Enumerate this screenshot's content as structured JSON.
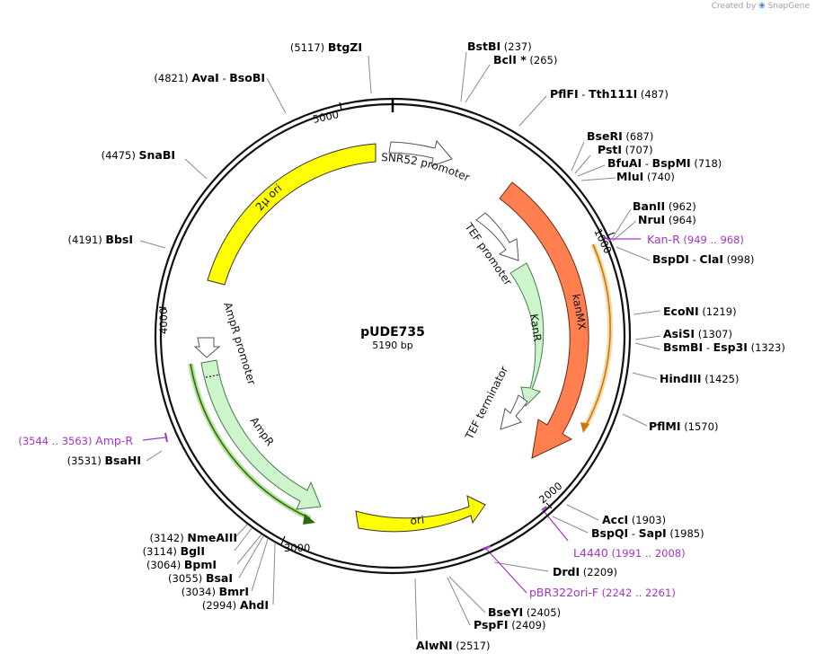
{
  "credit": {
    "prefix": "Created by",
    "logo": "SnapGene"
  },
  "plasmid": {
    "name": "pUDE735",
    "length_label": "5190 bp"
  },
  "ring_ticks": [
    {
      "label": "1000"
    },
    {
      "label": "2000"
    },
    {
      "label": "3000"
    },
    {
      "label": "4000"
    },
    {
      "label": "5000"
    }
  ],
  "sites": [
    {
      "name": "BtgZI",
      "pos": "(5117)"
    },
    {
      "name": "BstBI",
      "pos": "(237)"
    },
    {
      "name": "BclI *",
      "pos": "(265)"
    },
    {
      "name": "PflFI",
      "sep": " - ",
      "name2": "Tth111I",
      "pos": "(487)"
    },
    {
      "name": "AvaI",
      "sep": " - ",
      "name2": "BsoBI",
      "pos": "(4821)"
    },
    {
      "name": "SnaBI",
      "pos": "(4475)"
    },
    {
      "name": "BseRI",
      "pos": "(687)"
    },
    {
      "name": "PstI",
      "pos": "(707)"
    },
    {
      "name": "BfuAI",
      "sep": " - ",
      "name2": "BspMI",
      "pos": "(718)"
    },
    {
      "name": "MluI",
      "pos": "(740)"
    },
    {
      "name": "BanII",
      "pos": "(962)"
    },
    {
      "name": "NruI",
      "pos": "(964)"
    },
    {
      "name": "BbsI",
      "pos": "(4191)"
    },
    {
      "name": "BspDI",
      "sep": " - ",
      "name2": "ClaI",
      "pos": "(998)"
    },
    {
      "name": "EcoNI",
      "pos": "(1219)"
    },
    {
      "name": "AsiSI",
      "pos": "(1307)"
    },
    {
      "name": "BsmBI",
      "sep": " - ",
      "name2": "Esp3I",
      "pos": "(1323)"
    },
    {
      "name": "HindIII",
      "pos": "(1425)"
    },
    {
      "name": "PflMI",
      "pos": "(1570)"
    },
    {
      "name": "BsaHI",
      "pos": "(3531)"
    },
    {
      "name": "AccI",
      "pos": "(1903)"
    },
    {
      "name": "BspQI",
      "sep": " - ",
      "name2": "SapI",
      "pos": "(1985)"
    },
    {
      "name": "NmeAIII",
      "pos": "(3142)"
    },
    {
      "name": "BglI",
      "pos": "(3114)"
    },
    {
      "name": "BpmI",
      "pos": "(3064)"
    },
    {
      "name": "BsaI",
      "pos": "(3055)"
    },
    {
      "name": "BmrI",
      "pos": "(3034)"
    },
    {
      "name": "AhdI",
      "pos": "(2994)"
    },
    {
      "name": "DrdI",
      "pos": "(2209)"
    },
    {
      "name": "BseYI",
      "pos": "(2405)"
    },
    {
      "name": "PspFI",
      "pos": "(2409)"
    },
    {
      "name": "AlwNI",
      "pos": "(2517)"
    }
  ],
  "primers": [
    {
      "name": "Kan-R",
      "pos": "(949 .. 968)"
    },
    {
      "name": "Amp-R",
      "pos": "(3544 .. 3563)"
    },
    {
      "name": "L4440",
      "pos": "(1991 .. 2008)"
    },
    {
      "name": "pBR322ori-F",
      "pos": "(2242 .. 2261)"
    }
  ],
  "features": [
    {
      "label": "SNR52 promoter",
      "color": "#ffffff"
    },
    {
      "label": "2µ ori",
      "color": "#ffff00"
    },
    {
      "label": "kanMX",
      "color": "#ff7f50"
    },
    {
      "label": "TEF promoter",
      "color": "#ffffff"
    },
    {
      "label": "KanR",
      "color": "#ccf5cc"
    },
    {
      "label": "TEF terminator",
      "color": "#ffffff"
    },
    {
      "label": "AmpR promoter",
      "color": "#ffffff"
    },
    {
      "label": "AmpR",
      "color": "#ccf5cc"
    },
    {
      "label": "ori",
      "color": "#ffff00"
    }
  ],
  "colors": {
    "primer": "#a334c8",
    "leader": "#8a8a8a",
    "ring": "#111111"
  }
}
